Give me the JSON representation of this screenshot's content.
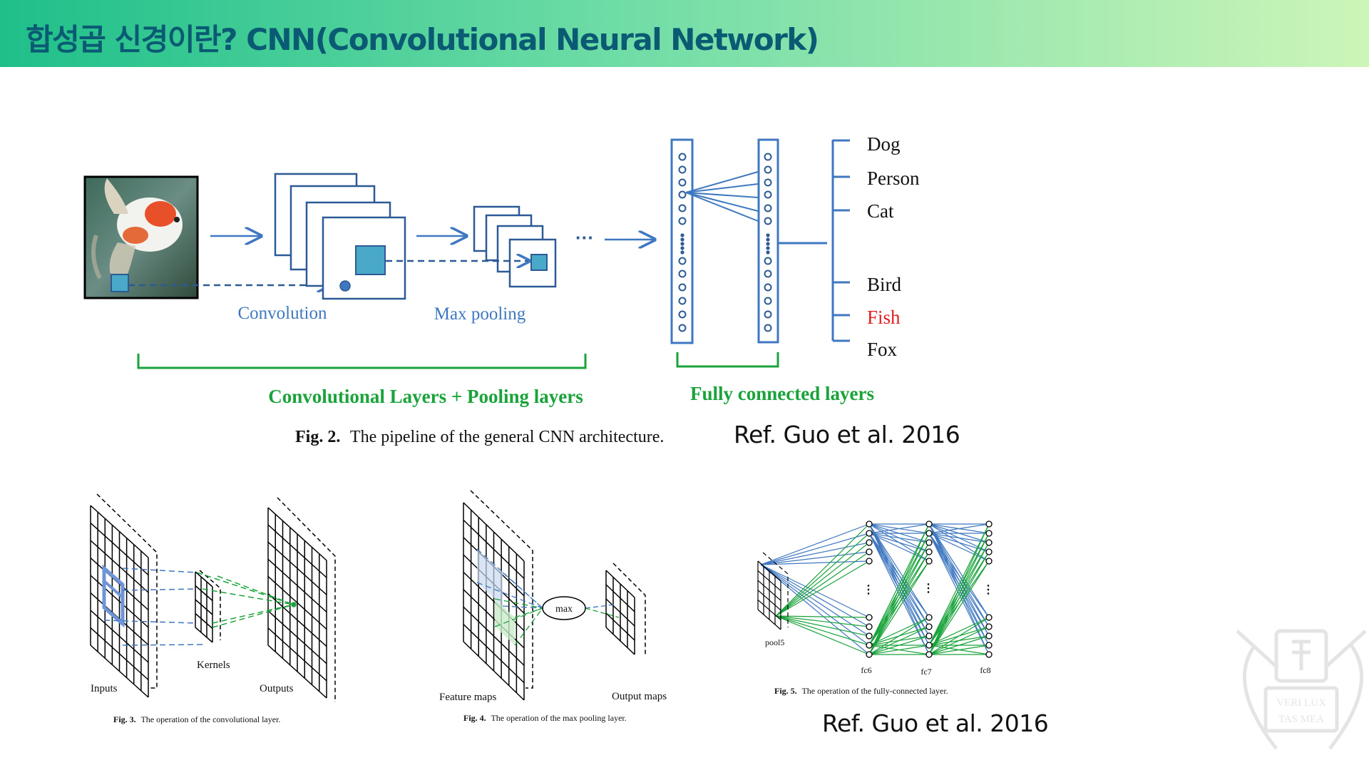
{
  "slide": {
    "title": "합성곱 신경이란? CNN(Convolutional Neural Network)"
  },
  "fig2": {
    "label_convolution": "Convolution",
    "label_max_pooling": "Max  pooling",
    "ellipsis": "···",
    "classes": [
      "Dog",
      "Person",
      "Cat",
      "Bird",
      "Fish",
      "Fox"
    ],
    "highlight_class": "Fish",
    "brace_left_label": "Convolutional Layers + Pooling layers",
    "brace_right_label": "Fully connected layers",
    "caption_prefix": "Fig. 2.",
    "caption_text": "The pipeline of the general CNN architecture.",
    "ref": "Ref. Guo et al. 2016"
  },
  "fig3": {
    "inputs": "Inputs",
    "kernels": "Kernels",
    "outputs": "Outputs",
    "caption_prefix": "Fig. 3.",
    "caption_text": "The operation of the convolutional layer."
  },
  "fig4": {
    "max": "max",
    "feature_maps": "Feature maps",
    "output_maps": "Output  maps",
    "caption_prefix": "Fig. 4.",
    "caption_text": "The operation of the max pooling layer."
  },
  "fig5": {
    "pool5": "pool5",
    "fc6": "fc6",
    "fc7": "fc7",
    "fc8": "fc8",
    "caption_prefix": "Fig. 5.",
    "caption_text": "The operation of the fully-connected layer.",
    "ref": "Ref. Guo et al. 2016"
  },
  "logo": {
    "motto": "VERI LUX TAS MEA"
  },
  "colors": {
    "blue": "#3f78c0",
    "dark_blue": "#2c5a96",
    "green": "#19a33a",
    "teal_fill": "#4aa8c8",
    "red": "#e02020"
  }
}
